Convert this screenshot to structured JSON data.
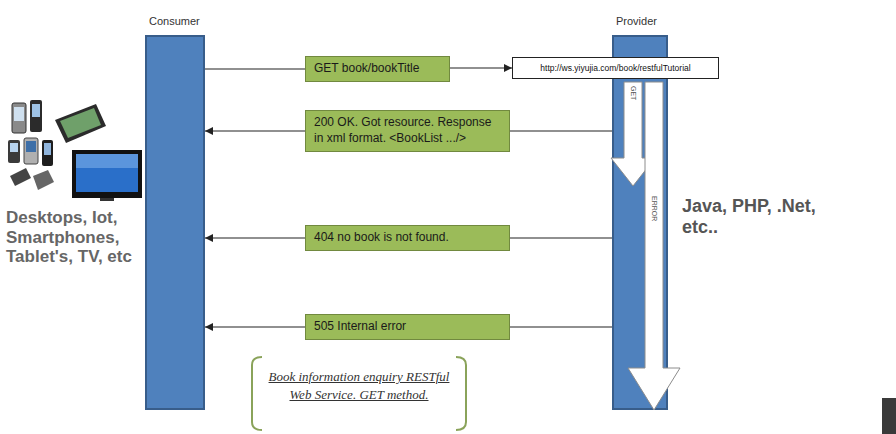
{
  "diagram": {
    "caption": "Book information enquiry RESTful Web Service. GET method.",
    "nodes": [
      {
        "text": [
          "Consumer"
        ]
      },
      {
        "text": [
          "Provider"
        ]
      },
      {
        "text": [
          "GET book/bookTitle"
        ]
      },
      {
        "text": [
          "http://ws.yiyujia.com/book/restfulTutorial"
        ]
      },
      {
        "text": [
          "200 OK. Got resource. Response in xml format. <BookList .../>"
        ]
      },
      {
        "text": [
          "404 no book is not found."
        ]
      },
      {
        "text": [
          "505 Internal error"
        ]
      }
    ],
    "edges": [
      {
        "from": 0,
        "to": 2,
        "arrow": "none"
      },
      {
        "from": 2,
        "to": 3,
        "arrow": "to"
      },
      {
        "from": 1,
        "to": 4,
        "arrow": "none"
      },
      {
        "from": 4,
        "to": 0,
        "arrow": "to"
      },
      {
        "from": 1,
        "to": 5,
        "arrow": "none"
      },
      {
        "from": 5,
        "to": 0,
        "arrow": "to"
      },
      {
        "from": 1,
        "to": 6,
        "arrow": "none"
      },
      {
        "from": 6,
        "to": 0,
        "arrow": "to"
      }
    ],
    "labels": [
      "Desktops, Iot, Smartphones, Tablet's, TV, etc",
      "Java, PHP, .Net, etc..",
      "GET",
      "ERROR"
    ]
  }
}
